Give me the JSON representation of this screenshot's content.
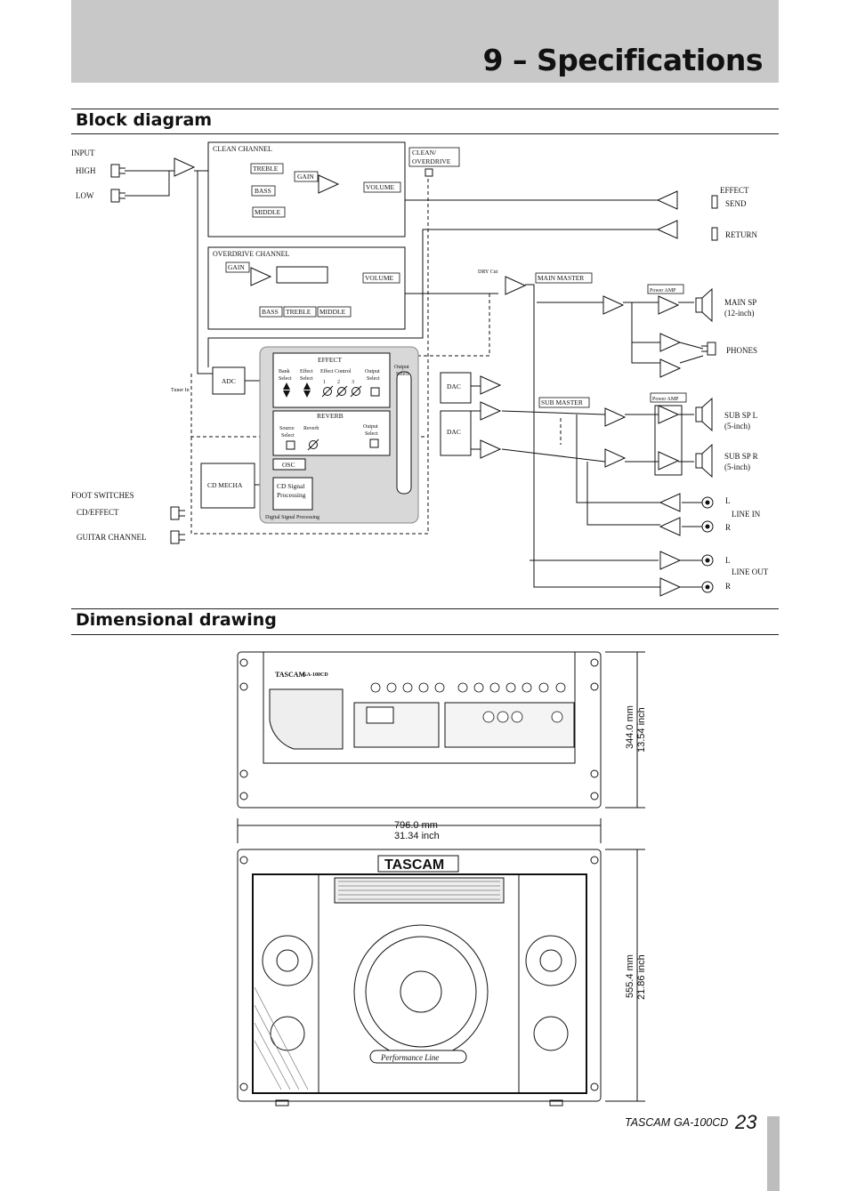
{
  "header": {
    "chapter_title": "9 – Specifications"
  },
  "sections": {
    "block_diagram_title": "Block diagram",
    "dimensional_drawing_title": "Dimensional drawing"
  },
  "block_diagram": {
    "input": {
      "title": "INPUT",
      "high": "HIGH",
      "low": "LOW"
    },
    "clean_channel": {
      "title": "CLEAN CHANNEL",
      "treble": "TREBLE",
      "bass": "BASS",
      "middle": "MIDDLE",
      "gain": "GAIN",
      "volume": "VOLUME"
    },
    "clean_overdrive": {
      "line1": "CLEAN/",
      "line2": "OVERDRIVE"
    },
    "overdrive_channel": {
      "title": "OVERDRIVE CHANNEL",
      "gain": "GAIN",
      "volume": "VOLUME",
      "bass": "BASS",
      "treble": "TREBLE",
      "middle": "MIDDLE"
    },
    "effect_io": {
      "effect": "EFFECT",
      "send": "SEND",
      "return": "RETURN"
    },
    "dry_cut": "DRY Cut",
    "main_master": "MAIN MASTER",
    "power_amp": "Power AMP",
    "main_sp": {
      "line1": "MAIN SP",
      "line2": "(12-inch)"
    },
    "phones": "PHONES",
    "adc": "ADC",
    "tuner_in": "Tuner In",
    "effect_block": {
      "title": "EFFECT",
      "bank_select": [
        "Bank",
        "Select"
      ],
      "effect_select": [
        "Effect",
        "Select"
      ],
      "effect_control": "Effect Control",
      "effect_numbers": [
        "1",
        "2",
        "3"
      ],
      "output_select": [
        "Output",
        "Select"
      ]
    },
    "output_select_bar": [
      "Output",
      "Select"
    ],
    "reverb_block": {
      "title": "REVERB",
      "source_select": [
        "Source",
        "Select"
      ],
      "reverb": "Reverb",
      "output_select": [
        "Output",
        "Select"
      ]
    },
    "osc": "OSC",
    "cd_signal": [
      "CD Signal",
      "Processing"
    ],
    "dsp": "Digital Signal Processing",
    "cd_mecha": "CD MECHA",
    "dac": "DAC",
    "sub_master": "SUB MASTER",
    "sub_sp_l": {
      "line1": "SUB SP L",
      "line2": "(5-inch)"
    },
    "sub_sp_r": {
      "line1": "SUB SP R",
      "line2": "(5-inch)"
    },
    "foot_switches": {
      "title": "FOOT SWITCHES",
      "cd_effect": "CD/EFFECT",
      "guitar_channel": "GUITAR CHANNEL"
    },
    "line_in": {
      "l": "L",
      "label": "LINE IN",
      "r": "R"
    },
    "line_out": {
      "l": "L",
      "label": "LINE OUT",
      "r": "R"
    }
  },
  "dimensional_drawing": {
    "top_panel": {
      "brand": "TASCAM",
      "model": "GA-100CD"
    },
    "depth": {
      "mm": "344.0 mm",
      "inch": "13.54 inch"
    },
    "width": {
      "mm": "796.0 mm",
      "inch": "31.34 inch"
    },
    "height": {
      "mm": "555.4 mm",
      "inch": "21.86 inch"
    },
    "front": {
      "logo": "TASCAM",
      "badge": "Performance Line"
    }
  },
  "footer": {
    "brand": "TASCAM",
    "model": "GA-100CD",
    "page_number": "23"
  }
}
